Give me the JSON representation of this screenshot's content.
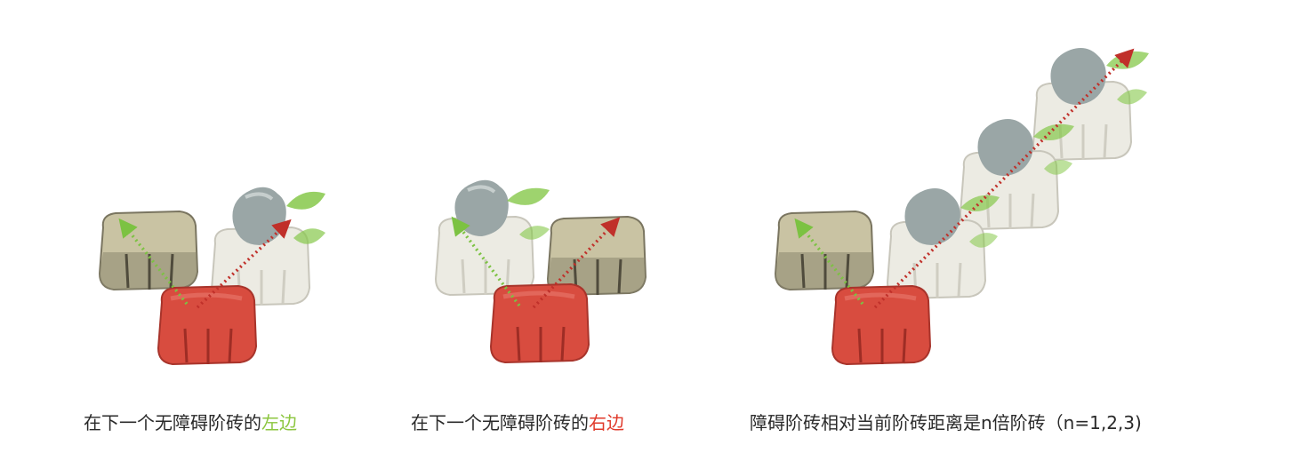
{
  "captions": [
    {
      "text": "在下一个无障碍阶砖的",
      "highlight": "左边",
      "highlight_color": "#8cc63f"
    },
    {
      "text": "在下一个无障碍阶砖的",
      "highlight": "右边",
      "highlight_color": "#e03a2b"
    },
    {
      "text": "障碍阶砖相对当前阶砖距离是n倍阶砖（n=1,2,3)",
      "highlight": "",
      "highlight_color": ""
    }
  ],
  "colors": {
    "current_tile": "#d84c3f",
    "next_tile": "#c9c3a3",
    "obstacle_tile": "#e8e6dc",
    "rock": "#9aa6a6",
    "leaf": "#86c84a",
    "arrow_left": "#7cc242",
    "arrow_right": "#c0302a"
  }
}
